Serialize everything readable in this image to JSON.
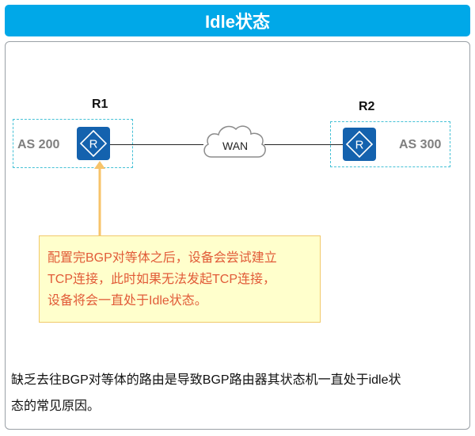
{
  "title": "Idle状态",
  "diagram": {
    "r1": {
      "label": "R1",
      "as": "AS 200"
    },
    "r2": {
      "label": "R2",
      "as": "AS 300"
    },
    "wan": "WAN",
    "router_glyph": "R"
  },
  "callout": {
    "lines": [
      "配置完BGP对等体之后，设备会尝试建立",
      "TCP连接，此时如果无法发起TCP连接，",
      "设备将会一直处于Idle状态。"
    ]
  },
  "footer": {
    "lines": [
      "缺乏去往BGP对等体的路由是导致BGP路由器其状态机一直处于idle状",
      "态的常见原因。"
    ]
  },
  "colors": {
    "title_bg": "#00a8e8",
    "router_fill": "#1462ae",
    "as_border": "#45c1d6",
    "callout_bg": "#ffffcc",
    "callout_text": "#e15b38",
    "arrow": "#f7c36a"
  }
}
